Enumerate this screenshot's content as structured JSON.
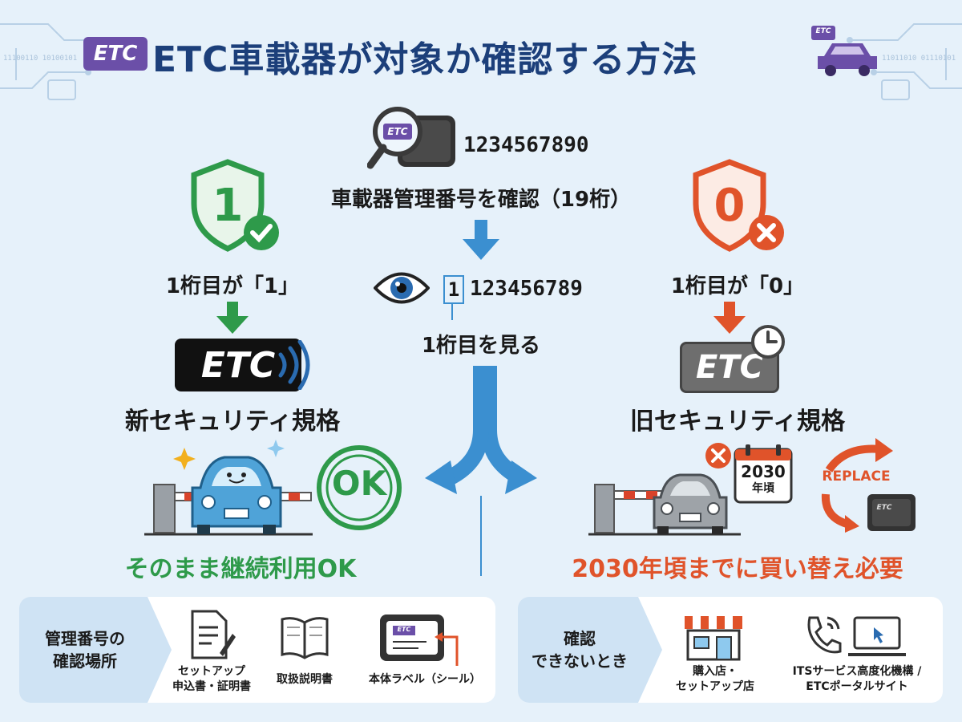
{
  "header": {
    "badge_text": "ETC",
    "title": "ETC車載器が対象か確認する方法",
    "car_badge_text": "ETC",
    "binary_left": "11100110 10100101",
    "binary_right": "11011010 01110101"
  },
  "center": {
    "card_badge": "ETC",
    "sample_number": "1234567890",
    "step1_label": "車載器管理番号を確認（19桁）",
    "first_digit": "1",
    "rest_digits": "123456789",
    "step2_label": "1桁目を見る"
  },
  "left_branch": {
    "shield_digit": "1",
    "condition": "1桁目が「1」",
    "etc_text": "ETC",
    "standard": "新セキュリティ規格",
    "ok_stamp": "OK",
    "result": "そのまま継続利用OK"
  },
  "right_branch": {
    "shield_digit": "0",
    "condition": "1桁目が「0」",
    "etc_text": "ETC",
    "standard": "旧セキュリティ規格",
    "calendar_year": "2030",
    "calendar_sub": "年頃",
    "replace_text": "REPLACE",
    "device_badge": "ETC",
    "result": "2030年頃までに買い替え必要"
  },
  "bottom_left": {
    "heading_line1": "管理番号の",
    "heading_line2": "確認場所",
    "items": [
      {
        "line1": "セットアップ",
        "line2": "申込書・証明書"
      },
      {
        "line1": "取扱説明書",
        "line2": ""
      },
      {
        "line1": "本体ラベル（シール）",
        "line2": ""
      }
    ],
    "label_badge": "ETC"
  },
  "bottom_right": {
    "heading_line1": "確認",
    "heading_line2": "できないとき",
    "items": [
      {
        "line1": "購入店・",
        "line2": "セットアップ店"
      },
      {
        "line1": "ITSサービス高度化機構 /",
        "line2": "ETCポータルサイト"
      }
    ]
  },
  "colors": {
    "title_blue": "#1c3f7a",
    "etc_purple": "#6b4fa8",
    "green": "#2e9a4a",
    "orange": "#e0532a",
    "arrow_blue": "#3b8fd0",
    "background": "#e6f1fa"
  }
}
